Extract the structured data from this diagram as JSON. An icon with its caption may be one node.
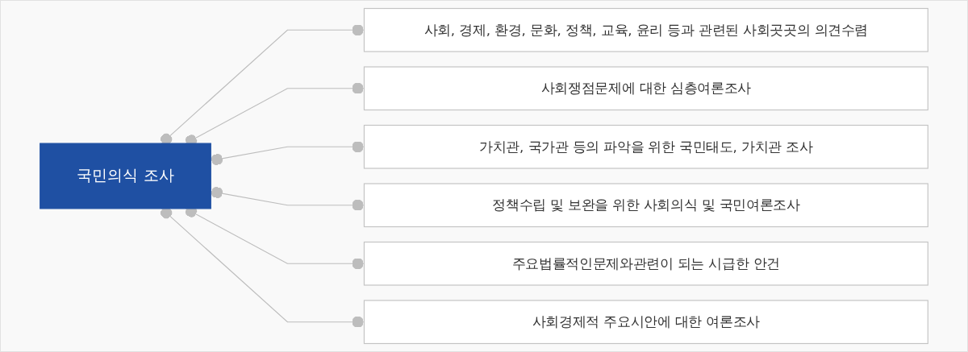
{
  "diagram": {
    "nodes": [
      {
        "text": [
          "국민의식 조사"
        ]
      },
      {
        "text": [
          "사회, 경제, 환경, 문화, 정책, 교육, 윤리 등과 관련된 사회곳곳의 의견수렴"
        ]
      },
      {
        "text": [
          "사회쟁점문제에 대한 심층여론조사"
        ]
      },
      {
        "text": [
          "가치관, 국가관 등의 파악을 위한 국민태도, 가치관 조사"
        ]
      },
      {
        "text": [
          "정책수립 및 보완을 위한 사회의식 및 국민여론조사"
        ]
      },
      {
        "text": [
          "주요법률적인문제와관련이 되는 시급한 안건"
        ]
      },
      {
        "text": [
          "사회경제적 주요시안에 대한 여론조사"
        ]
      }
    ],
    "edges": [
      {
        "from": 0,
        "to": 1,
        "arrow": "other"
      },
      {
        "from": 0,
        "to": 2,
        "arrow": "other"
      },
      {
        "from": 0,
        "to": 3,
        "arrow": "other"
      },
      {
        "from": 0,
        "to": 4,
        "arrow": "other"
      },
      {
        "from": 0,
        "to": 5,
        "arrow": "other"
      },
      {
        "from": 0,
        "to": 6,
        "arrow": "other"
      }
    ]
  }
}
